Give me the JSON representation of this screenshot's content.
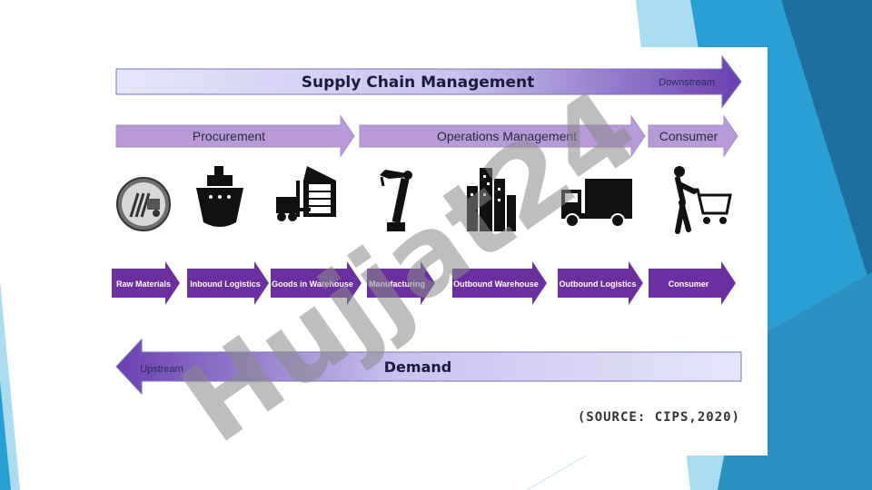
{
  "diagram": {
    "title": "Supply Chain Management",
    "downstream_label": "Downstream",
    "phases": [
      {
        "label": "Procurement"
      },
      {
        "label": "Operations Management"
      },
      {
        "label": "Consumer"
      }
    ],
    "icons": [
      {
        "name": "raw-materials-icon"
      },
      {
        "name": "ship-icon"
      },
      {
        "name": "forklift-warehouse-icon"
      },
      {
        "name": "robot-arm-icon"
      },
      {
        "name": "city-buildings-icon"
      },
      {
        "name": "delivery-truck-icon"
      },
      {
        "name": "shopping-cart-person-icon"
      }
    ],
    "stages": [
      {
        "label": "Raw Materials"
      },
      {
        "label": "Inbound Logistics"
      },
      {
        "label": "Goods in Warehouse"
      },
      {
        "label": "Manufacturing"
      },
      {
        "label": "Outbound Warehouse"
      },
      {
        "label": "Outbound Logistics"
      },
      {
        "label": "Consumer"
      }
    ],
    "upstream_label": "Upstream",
    "demand_label": "Demand",
    "source": "(SOURCE: CIPS,2020)"
  },
  "watermark": {
    "text": "Hujjat24"
  },
  "colors": {
    "banner_light": "#e4e6f8",
    "banner_dark": "#6a3fb0",
    "stage_fill": "#6b2fa0",
    "phase_fill": "#b99ad9",
    "slide_blue_light": "#a9dcf1",
    "slide_blue": "#2a9fd3",
    "slide_blue_dark": "#1f6f9e"
  }
}
